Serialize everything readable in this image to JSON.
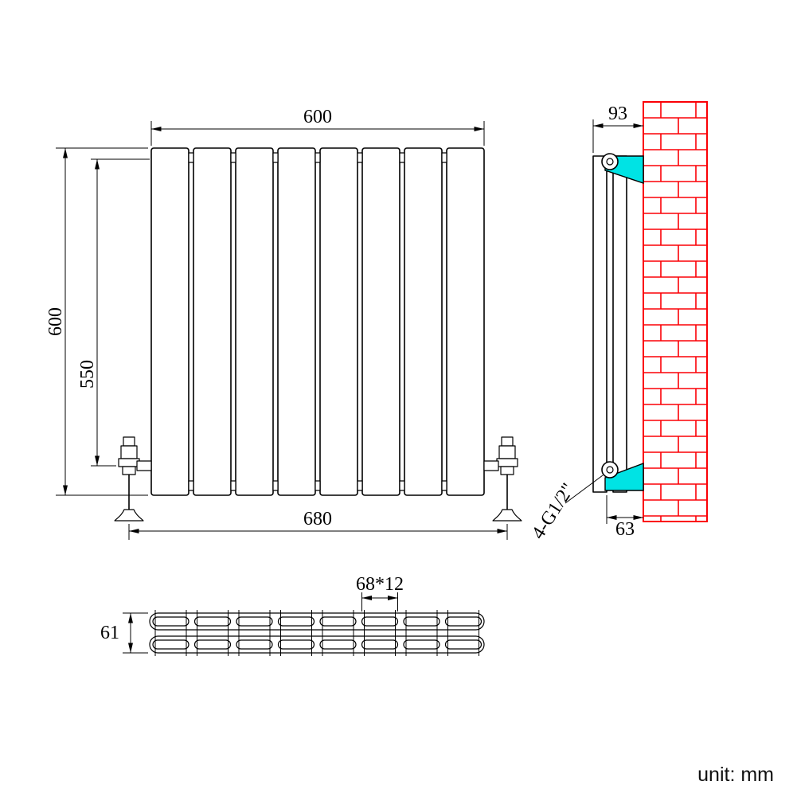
{
  "unit_label": "unit: mm",
  "front_view": {
    "panel_count": 8,
    "dim_width_top": "600",
    "dim_height_overall": "600",
    "dim_height_inner": "550",
    "dim_width_valves": "680"
  },
  "side_view": {
    "dim_depth_wall": "93",
    "dim_bottom_offset": "63",
    "connection_label": "4-G1/2\""
  },
  "top_view": {
    "rows": 2,
    "slots_per_row": 8,
    "dim_depth": "61",
    "dim_slot": "68*12"
  },
  "colors": {
    "line": "#000000",
    "brick_red": "#fb0006",
    "bracket_cyan": "#00e3e4"
  }
}
